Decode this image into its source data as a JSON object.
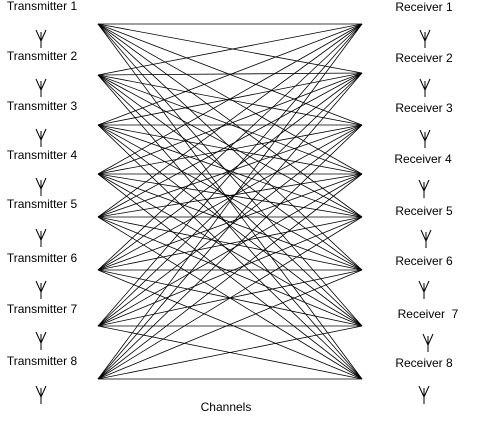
{
  "transmitters": [
    {
      "label": "Transmitter 1"
    },
    {
      "label": "Transmitter 2"
    },
    {
      "label": "Transmitter 3"
    },
    {
      "label": "Transmitter 4"
    },
    {
      "label": "Transmitter 5"
    },
    {
      "label": "Transmitter 6"
    },
    {
      "label": "Transmitter 7"
    },
    {
      "label": "Transmitter 8"
    }
  ],
  "receivers": [
    {
      "label": "Receiver 1"
    },
    {
      "label": "Receiver 2"
    },
    {
      "label": "Receiver 3"
    },
    {
      "label": "Receiver 4"
    },
    {
      "label": "Receiver 5"
    },
    {
      "label": "Receiver 6"
    },
    {
      "label": "Receiver  7"
    },
    {
      "label": "Receiver 8"
    }
  ],
  "caption": "Channels",
  "colors": {
    "line": "#000000",
    "background": "#ffffff"
  },
  "icons": {
    "transmitter": "antenna-icon",
    "receiver": "antenna-icon"
  }
}
